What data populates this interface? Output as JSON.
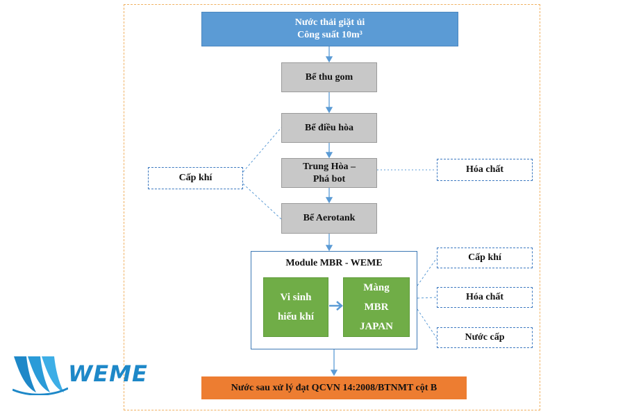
{
  "diagram": {
    "source": {
      "line1": "Nước thải giặt ủi",
      "line2": "Công suất 10m³"
    },
    "steps": {
      "collection": "Bể thu gom",
      "equalization": "Bể điều hòa",
      "neutralization_line1": "Trung Hòa –",
      "neutralization_line2": "Phá bot",
      "aerotank": "Bể Aerotank"
    },
    "inputs": {
      "air_left": "Cấp khí",
      "chemical_top": "Hóa chất",
      "air_right": "Cấp khí",
      "chemical_right": "Hóa chất",
      "water_supply": "Nước cấp"
    },
    "module": {
      "title": "Module MBR - WEME",
      "aerobic_line1": "Vi sinh",
      "aerobic_line2": "hiếu khí",
      "membrane_line1": "Màng",
      "membrane_line2": "MBR",
      "membrane_line3": "JAPAN"
    },
    "output": "Nước sau xử lý đạt QCVN 14:2008/BTNMT cột B",
    "logo_text": "WEME"
  },
  "colors": {
    "source_fill": "#5b9bd5",
    "step_fill": "#c8c8c8",
    "green_fill": "#70ad47",
    "output_fill": "#ed7d31",
    "frame_border": "#f0b060",
    "connector": "#5b9bd5"
  }
}
